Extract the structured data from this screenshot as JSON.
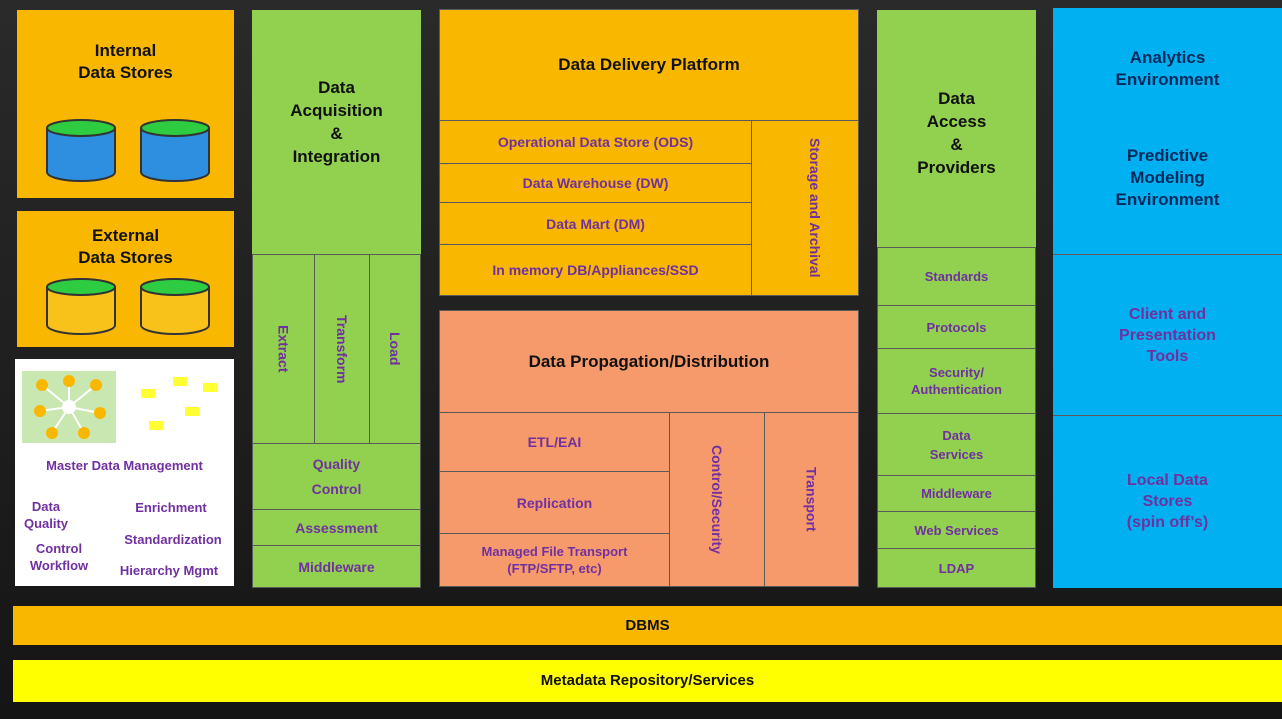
{
  "internal": {
    "title_line1": "Internal",
    "title_line2": "Data Stores"
  },
  "external": {
    "title_line1": "External",
    "title_line2": "Data Stores"
  },
  "mdm": {
    "title": "Master Data Management",
    "dq_line1": "Data",
    "dq_line2": "Quality",
    "cw_line1": "Control",
    "cw_line2": "Workflow",
    "enrichment": "Enrichment",
    "standardization": "Standardization",
    "hierarchy": "Hierarchy Mgmt"
  },
  "acquisition": {
    "title_line1": "Data",
    "title_line2": "Acquisition",
    "title_line3": "&",
    "title_line4": "Integration",
    "extract": "Extract",
    "transform": "Transform",
    "load": "Load",
    "qc_line1": "Quality",
    "qc_line2": "Control",
    "assessment": "Assessment",
    "middleware": "Middleware"
  },
  "delivery": {
    "title": "Data Delivery Platform",
    "ods": "Operational Data Store (ODS)",
    "dw": "Data Warehouse (DW)",
    "dm": "Data Mart (DM)",
    "inmem": "In memory DB/Appliances/SSD",
    "storage": "Storage and Archival"
  },
  "propagation": {
    "title": "Data Propagation/Distribution",
    "etl": "ETL/EAI",
    "replication": "Replication",
    "mft_line1": "Managed File Transport",
    "mft_line2": "(FTP/SFTP, etc)",
    "control": "Control/Security",
    "transport": "Transport"
  },
  "access": {
    "title_line1": "Data",
    "title_line2": "Access",
    "title_line3": "&",
    "title_line4": "Providers",
    "standards": "Standards",
    "protocols": "Protocols",
    "security_line1": "Security/",
    "security_line2": "Authentication",
    "ds_line1": "Data",
    "ds_line2": "Services",
    "middleware": "Middleware",
    "web": "Web Services",
    "ldap": "LDAP"
  },
  "analytics": {
    "ae_line1": "Analytics",
    "ae_line2": "Environment",
    "pm_line1": "Predictive",
    "pm_line2": "Modeling",
    "pm_line3": "Environment",
    "cp_line1": "Client  and",
    "cp_line2": "Presentation",
    "cp_line3": "Tools",
    "ld_line1": "Local Data",
    "ld_line2": "Stores",
    "ld_line3": "(spin off’s)"
  },
  "dbms": "DBMS",
  "metadata": "Metadata Repository/Services",
  "colors": {
    "orange": "#f9b700",
    "green": "#92d050",
    "salmon": "#f79a6b",
    "blue": "#00b0f0",
    "yellow": "#ffff00",
    "purple": "#7030a0"
  },
  "icons": [
    "database-icon",
    "network-icon",
    "sticky-notes-icon"
  ]
}
